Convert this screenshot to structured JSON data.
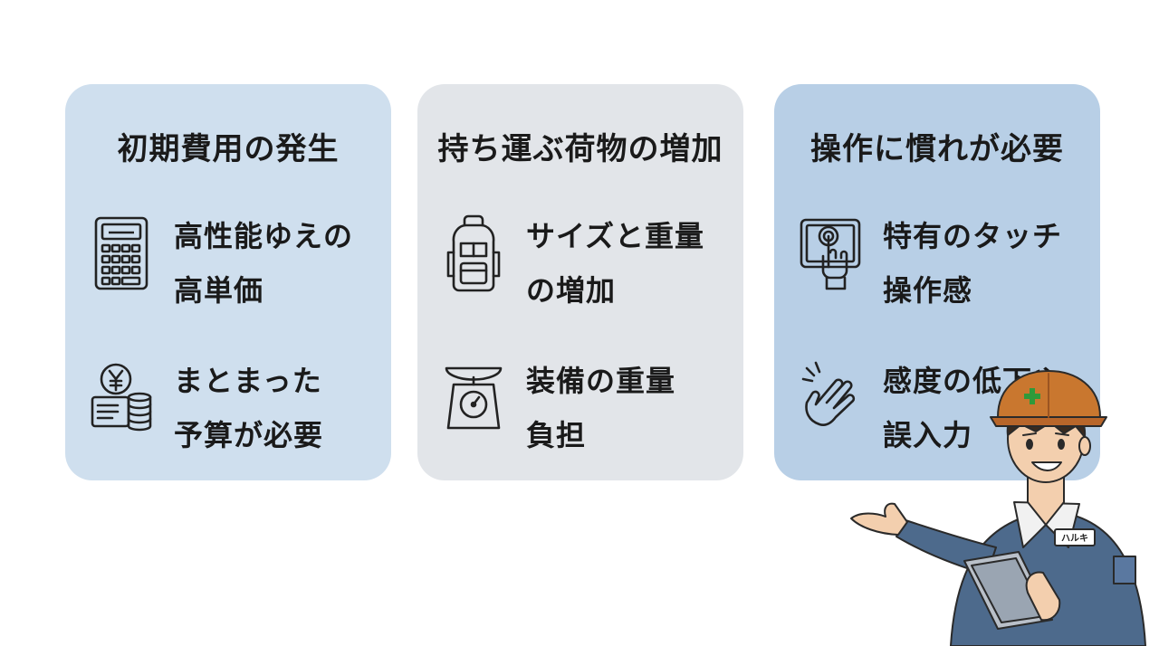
{
  "cards": [
    {
      "title": "初期費用の発生",
      "items": [
        {
          "icon": "calculator-icon",
          "lines": [
            "高性能ゆえの",
            "高単価"
          ]
        },
        {
          "icon": "yen-coins-icon",
          "lines": [
            "まとまった",
            "予算が必要"
          ]
        }
      ]
    },
    {
      "title": "持ち運ぶ荷物の増加",
      "items": [
        {
          "icon": "backpack-icon",
          "lines": [
            "サイズと重量",
            "の増加"
          ]
        },
        {
          "icon": "scale-icon",
          "lines": [
            "装備の重量",
            "負担"
          ]
        }
      ]
    },
    {
      "title": "操作に慣れが必要",
      "items": [
        {
          "icon": "tablet-touch-icon",
          "lines": [
            "特有のタッチ",
            "操作感"
          ]
        },
        {
          "icon": "swipe-hand-icon",
          "lines": [
            "感度の低下や",
            "誤入力"
          ]
        }
      ]
    }
  ],
  "worker": {
    "icon": "worker-character",
    "badge": "ハルキ"
  },
  "colors": {
    "card1": "#cfdfee",
    "card2": "#e2e5e9",
    "card3": "#b8cfe6",
    "helmet": "#c9772f",
    "uniform": "#4d6a8c"
  }
}
